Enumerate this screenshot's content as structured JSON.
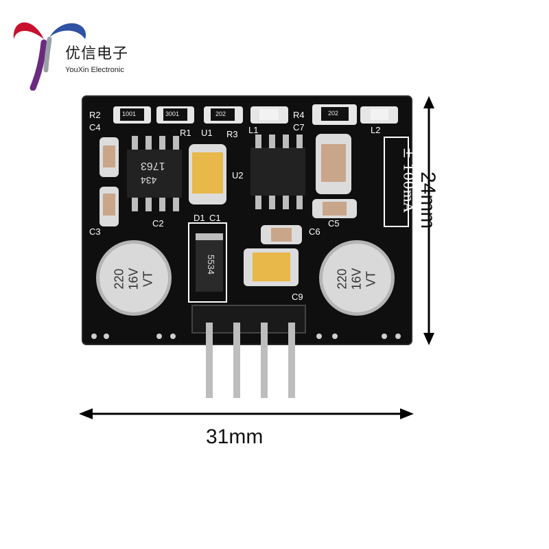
{
  "brand": {
    "name": "优信电子",
    "subtitle": "YouXin Electronic"
  },
  "dimensions": {
    "height_label": "24mm",
    "width_label": "31mm"
  },
  "board": {
    "current_label": "± 100mA",
    "refs": [
      "R2",
      "C4",
      "R1",
      "U1",
      "R3",
      "L1",
      "R4",
      "C7",
      "L2",
      "U2",
      "C2",
      "C3",
      "D1",
      "C1",
      "C6",
      "C5",
      "C9"
    ],
    "ic1_text": "1763",
    "ic1_sub": "434",
    "cap_values": [
      "220",
      "16V",
      "VT"
    ],
    "resistor_codes": [
      "1001",
      "3001",
      "202",
      "202"
    ],
    "diode_text": "5534",
    "colors": {
      "pcb": "#111111",
      "silk": "#ffffff",
      "pad": "#cfcfcf",
      "brand_red": "#c8102e",
      "brand_blue": "#2f52a3",
      "brand_purple": "#6a2b7e"
    }
  }
}
